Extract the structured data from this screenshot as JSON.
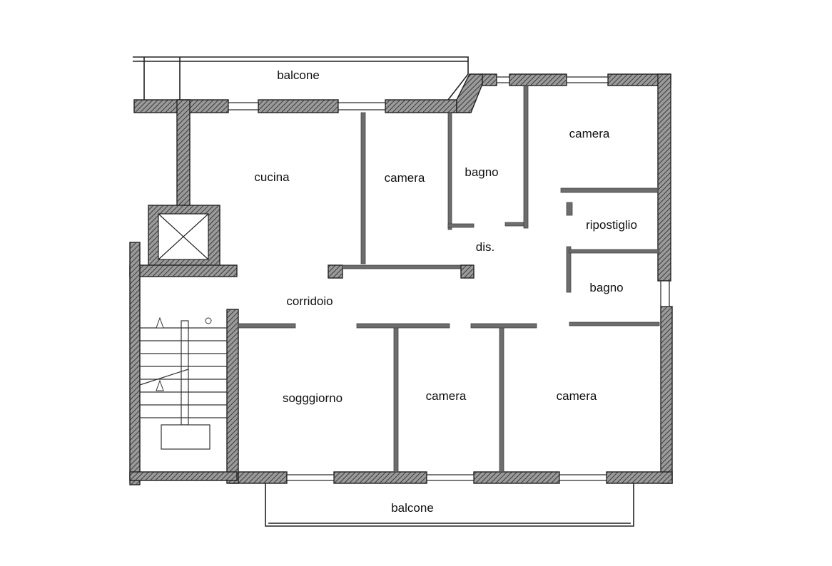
{
  "floorplan": {
    "rooms": {
      "balcone_top": "balcone",
      "cucina": "cucina",
      "camera_1": "camera",
      "bagno_1": "bagno",
      "camera_2": "camera",
      "ripostiglio": "ripostiglio",
      "dis": "dis.",
      "bagno_2": "bagno",
      "corridoio": "corridoio",
      "soggiorno": "sogggiorno",
      "camera_3": "camera",
      "camera_4": "camera",
      "balcone_bottom": "balcone"
    },
    "colors": {
      "wall": "#7a7a7a",
      "line": "#222222",
      "background": "#ffffff"
    }
  }
}
